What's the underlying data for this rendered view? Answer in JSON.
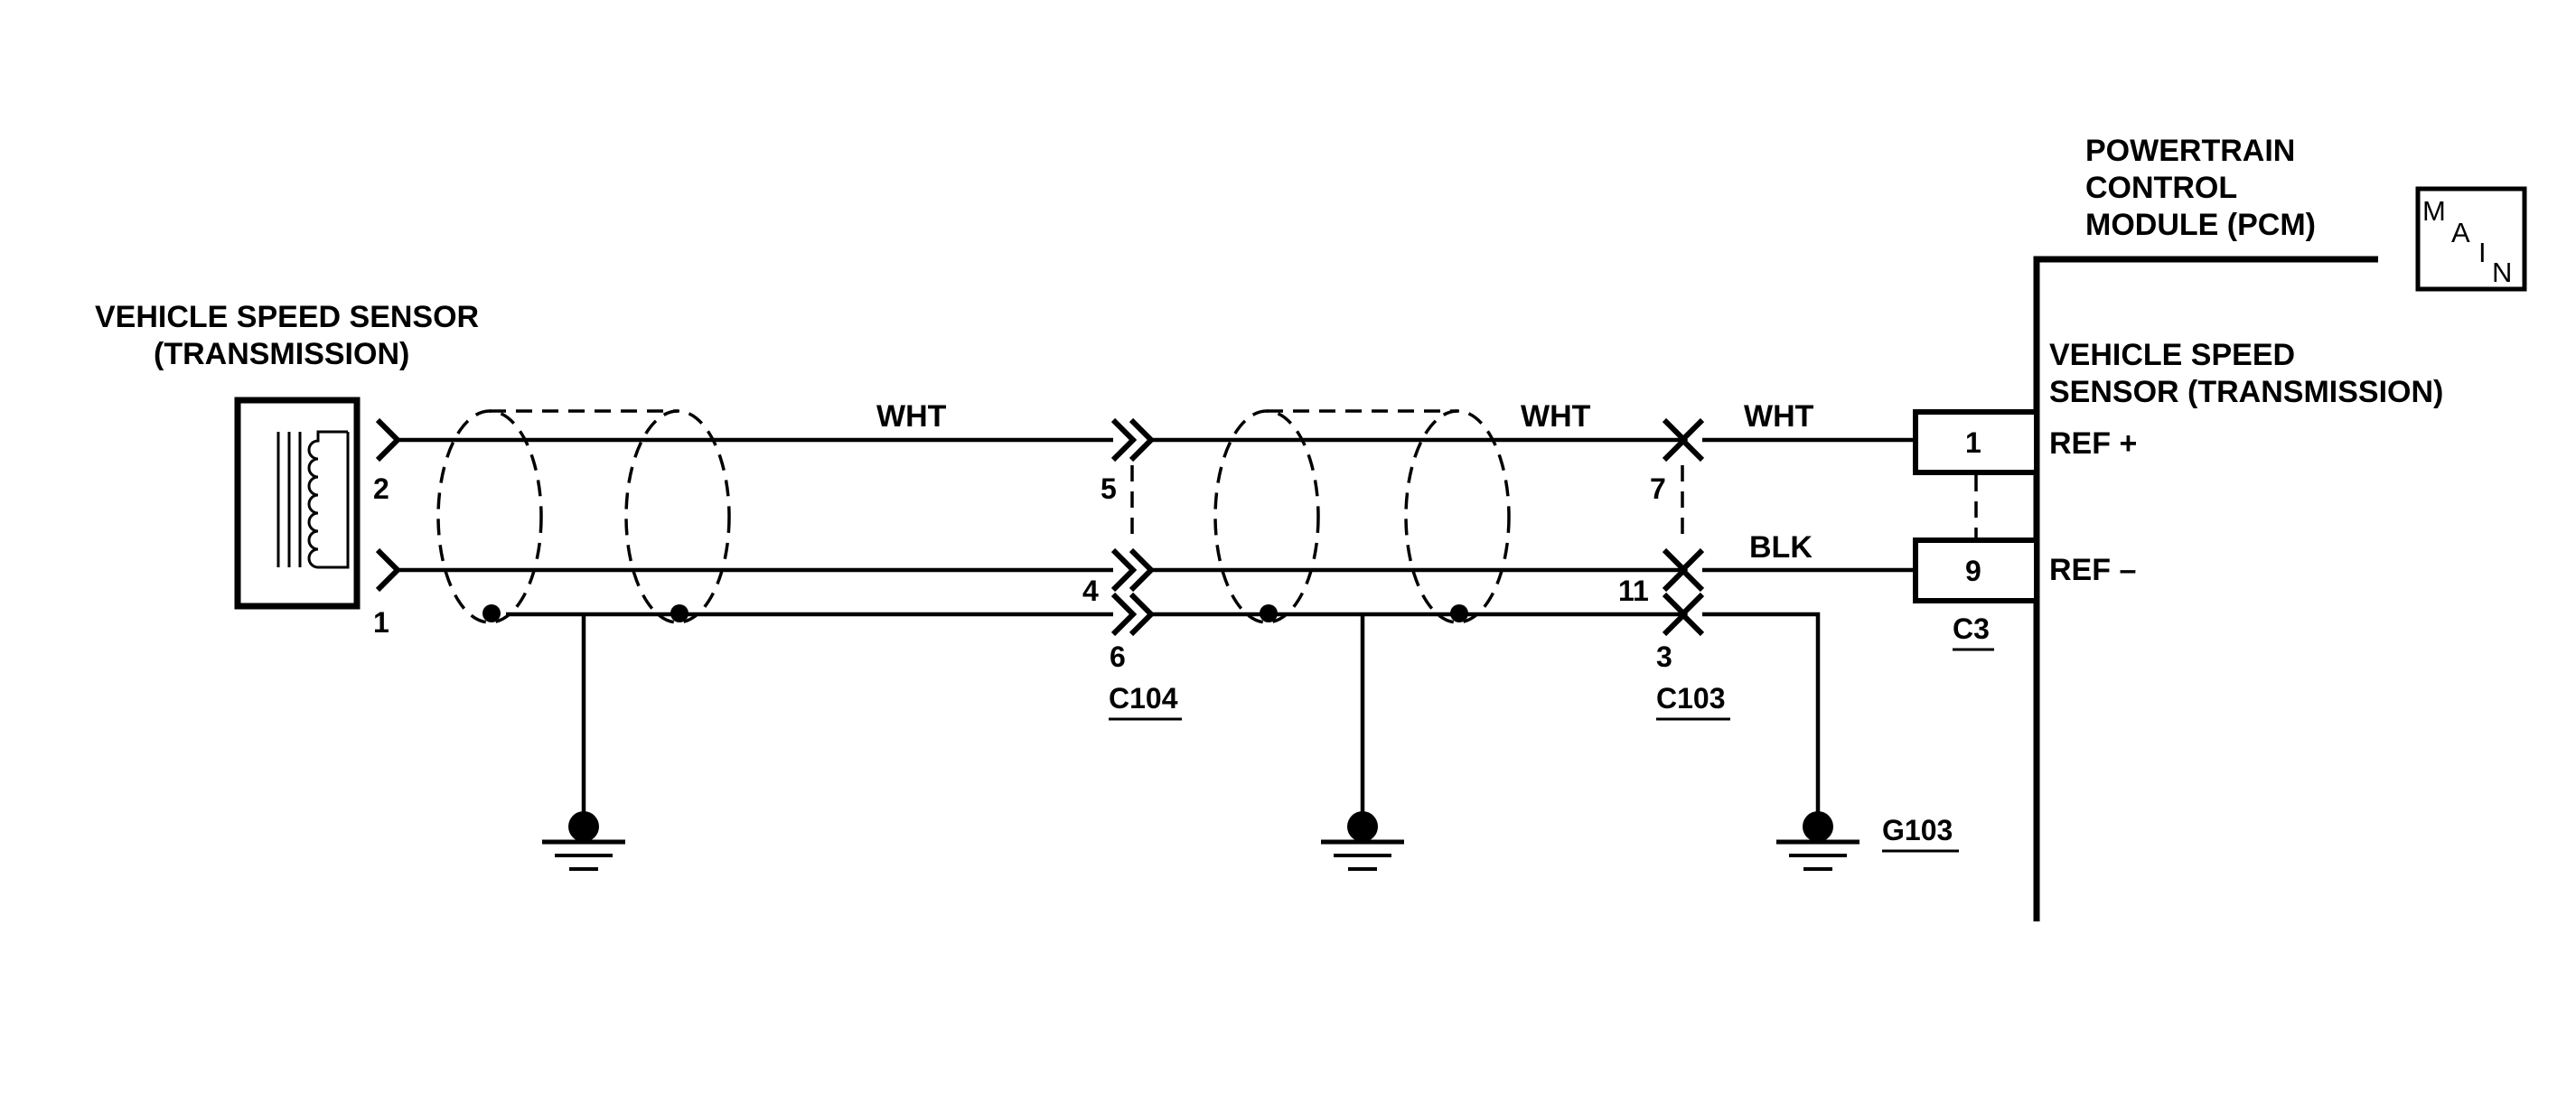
{
  "sensor": {
    "title_line1": "VEHICLE SPEED SENSOR",
    "title_line2": "(TRANSMISSION)",
    "pin_top": "2",
    "pin_bottom": "1"
  },
  "wires": {
    "top_left": "WHT",
    "top_mid": "WHT",
    "top_right": "WHT",
    "bottom_right": "BLK"
  },
  "connector_c104": {
    "name": "C104",
    "pin_top": "5",
    "pin_mid": "4",
    "pin_bottom": "6"
  },
  "connector_c103": {
    "name": "C103",
    "pin_top": "7",
    "pin_mid": "11",
    "pin_bottom": "3"
  },
  "ground": {
    "name": "G103"
  },
  "pcm": {
    "title_line1": "POWERTRAIN",
    "title_line2": "CONTROL",
    "title_line3": "MODULE (PCM)",
    "badge": [
      "M",
      "A",
      "I",
      "N"
    ],
    "circuit_line1": "VEHICLE SPEED",
    "circuit_line2": "SENSOR (TRANSMISSION)",
    "pin1": "1",
    "pin9": "9",
    "ref_plus": "REF +",
    "ref_minus": "REF –",
    "connector": "C3"
  }
}
